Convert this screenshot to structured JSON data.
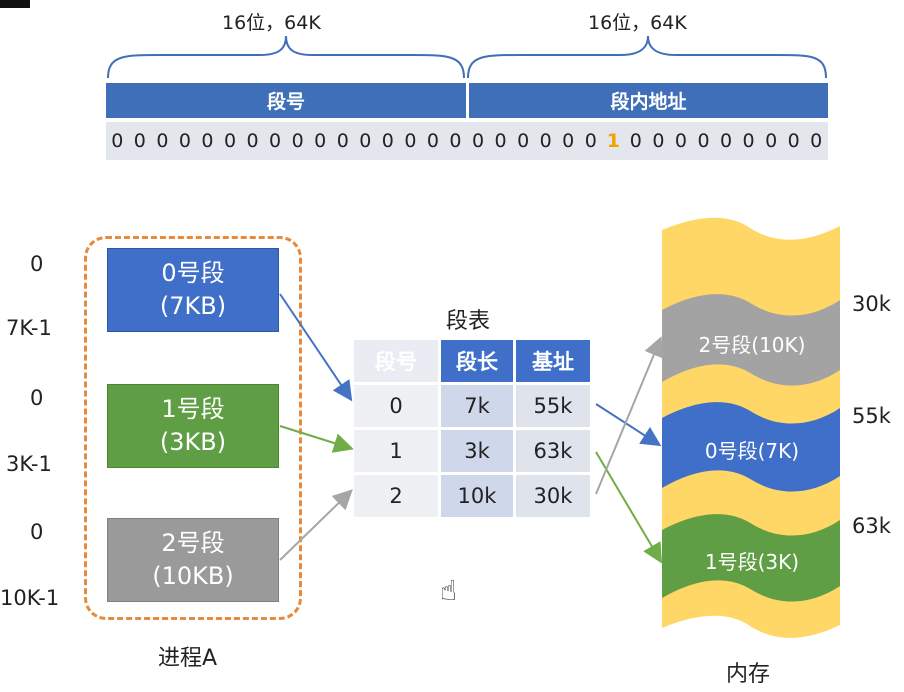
{
  "top": {
    "left_brace_label": "16位，64K",
    "right_brace_label": "16位，64K",
    "seg_no_bar": "段号",
    "offset_bar": "段内地址",
    "bits": [
      "0",
      "0",
      "0",
      "0",
      "0",
      "0",
      "0",
      "0",
      "0",
      "0",
      "0",
      "0",
      "0",
      "0",
      "0",
      "0",
      "0",
      "0",
      "0",
      "0",
      "0",
      "0",
      "1",
      "0",
      "0",
      "0",
      "0",
      "0",
      "0",
      "0",
      "0",
      "0"
    ],
    "highlight_bit_index": 22,
    "highlight_color": "#f0a400"
  },
  "process": {
    "caption": "进程A",
    "border_color": "#e88a3c",
    "segments": [
      {
        "name": "0号段",
        "size": "(7KB)",
        "start": "0",
        "end": "7K-1",
        "color": "#3f6fc8"
      },
      {
        "name": "1号段",
        "size": "(3KB)",
        "start": "0",
        "end": "3K-1",
        "color": "#5f9e44"
      },
      {
        "name": "2号段",
        "size": "(10KB)",
        "start": "0",
        "end": "10K-1",
        "color": "#9a9a9a"
      }
    ]
  },
  "seg_table": {
    "title": "段表",
    "headers": [
      "段号",
      "段长",
      "基址"
    ],
    "rows": [
      [
        "0",
        "7k",
        "55k"
      ],
      [
        "1",
        "3k",
        "63k"
      ],
      [
        "2",
        "10k",
        "30k"
      ]
    ]
  },
  "memory": {
    "caption": "内存",
    "background_color": "#ffd766",
    "blocks": [
      {
        "label": "2号段(10K)",
        "base": "30k",
        "color": "#a3a3a3"
      },
      {
        "label": "0号段(7K)",
        "base": "55k",
        "color": "#3f6fc8"
      },
      {
        "label": "1号段(3K)",
        "base": "63k",
        "color": "#5f9e44"
      }
    ]
  },
  "icons": [
    "hand-cursor-icon"
  ]
}
